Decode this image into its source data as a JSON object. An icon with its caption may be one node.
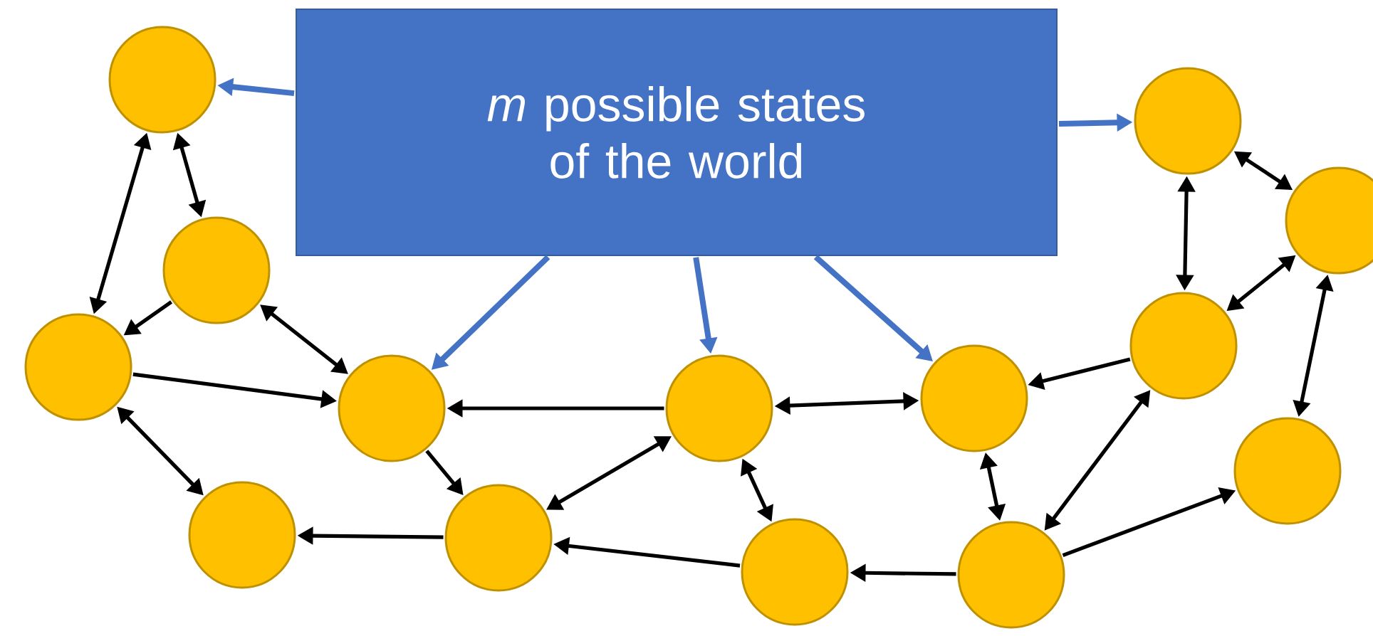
{
  "diagram": {
    "nodes": [
      {
        "text": [
          "*m* possible states of the world"
        ]
      },
      {
        "text": [],
        "shape": "circle"
      },
      {
        "text": [],
        "shape": "circle"
      },
      {
        "text": [],
        "shape": "circle"
      },
      {
        "text": [],
        "shape": "circle"
      },
      {
        "text": [],
        "shape": "circle"
      },
      {
        "text": [],
        "shape": "circle"
      },
      {
        "text": [],
        "shape": "circle"
      },
      {
        "text": [],
        "shape": "circle"
      },
      {
        "text": [],
        "shape": "circle"
      },
      {
        "text": [],
        "shape": "circle"
      },
      {
        "text": [],
        "shape": "circle"
      },
      {
        "text": [],
        "shape": "circle"
      },
      {
        "text": [],
        "shape": "circle"
      },
      {
        "text": [],
        "shape": "circle"
      }
    ],
    "edges": [
      {
        "from": 0,
        "to": 1,
        "arrow": "to",
        "color": "#4472c4"
      },
      {
        "from": 0,
        "to": 4,
        "arrow": "to",
        "color": "#4472c4"
      },
      {
        "from": 0,
        "to": 7,
        "arrow": "to",
        "color": "#4472c4"
      },
      {
        "from": 0,
        "to": 9,
        "arrow": "to",
        "color": "#4472c4"
      },
      {
        "from": 0,
        "to": 11,
        "arrow": "to",
        "color": "#4472c4"
      },
      {
        "from": 1,
        "to": 2,
        "arrow": "both"
      },
      {
        "from": 1,
        "to": 3,
        "arrow": "both"
      },
      {
        "from": 2,
        "to": 3,
        "arrow": "to"
      },
      {
        "from": 2,
        "to": 4,
        "arrow": "both"
      },
      {
        "from": 3,
        "to": 4,
        "arrow": "to"
      },
      {
        "from": 3,
        "to": 5,
        "arrow": "both"
      },
      {
        "from": 4,
        "to": 6,
        "arrow": "to"
      },
      {
        "from": 7,
        "to": 4,
        "arrow": "to"
      },
      {
        "from": 6,
        "to": 7,
        "arrow": "both"
      },
      {
        "from": 6,
        "to": 5,
        "arrow": "to"
      },
      {
        "from": 8,
        "to": 6,
        "arrow": "to"
      },
      {
        "from": 7,
        "to": 8,
        "arrow": "both"
      },
      {
        "from": 7,
        "to": 9,
        "arrow": "both"
      },
      {
        "from": 10,
        "to": 8,
        "arrow": "to"
      },
      {
        "from": 9,
        "to": 10,
        "arrow": "both"
      },
      {
        "from": 13,
        "to": 9,
        "arrow": "to"
      },
      {
        "from": 10,
        "to": 13,
        "arrow": "both"
      },
      {
        "from": 10,
        "to": 14,
        "arrow": "to"
      },
      {
        "from": 11,
        "to": 13,
        "arrow": "both"
      },
      {
        "from": 11,
        "to": 12,
        "arrow": "both"
      },
      {
        "from": 13,
        "to": 12,
        "arrow": "both"
      },
      {
        "from": 12,
        "to": 14,
        "arrow": "both"
      }
    ]
  }
}
